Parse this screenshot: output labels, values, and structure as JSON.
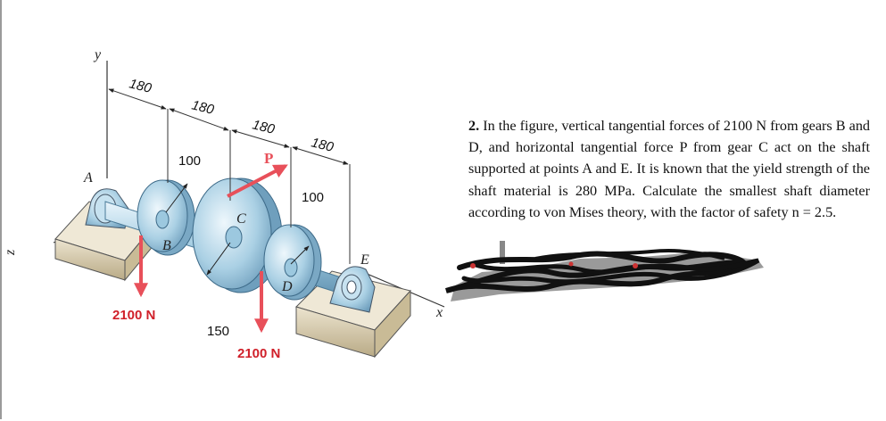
{
  "problem": {
    "number": "2.",
    "text": "In the figure, vertical tangential forces of 2100 N from gears B and D, and horizontal tangential force P from gear C act on the shaft supported at points A and E. It is known that the yield strength of the shaft material is 280 MPa. Calculate the smallest shaft diameter according to von Mises theory, with the factor of safety n = 2.5."
  },
  "figure": {
    "axes": {
      "y": "y",
      "x": "x",
      "z": "z"
    },
    "points": {
      "A": "A",
      "B": "B",
      "C": "C",
      "D": "D",
      "E": "E"
    },
    "spans": [
      "180",
      "180",
      "180",
      "180"
    ],
    "radius_B": "100",
    "radius_D": "100",
    "radius_C": "150",
    "force_P": "P",
    "force_B": "2100 N",
    "force_D": "2100 N"
  },
  "colors": {
    "force_arrow": "#e8505a",
    "force_text": "#d0202a",
    "gear": "#9cc8df",
    "base": "#d8cdb1",
    "scribble": "#111111"
  }
}
